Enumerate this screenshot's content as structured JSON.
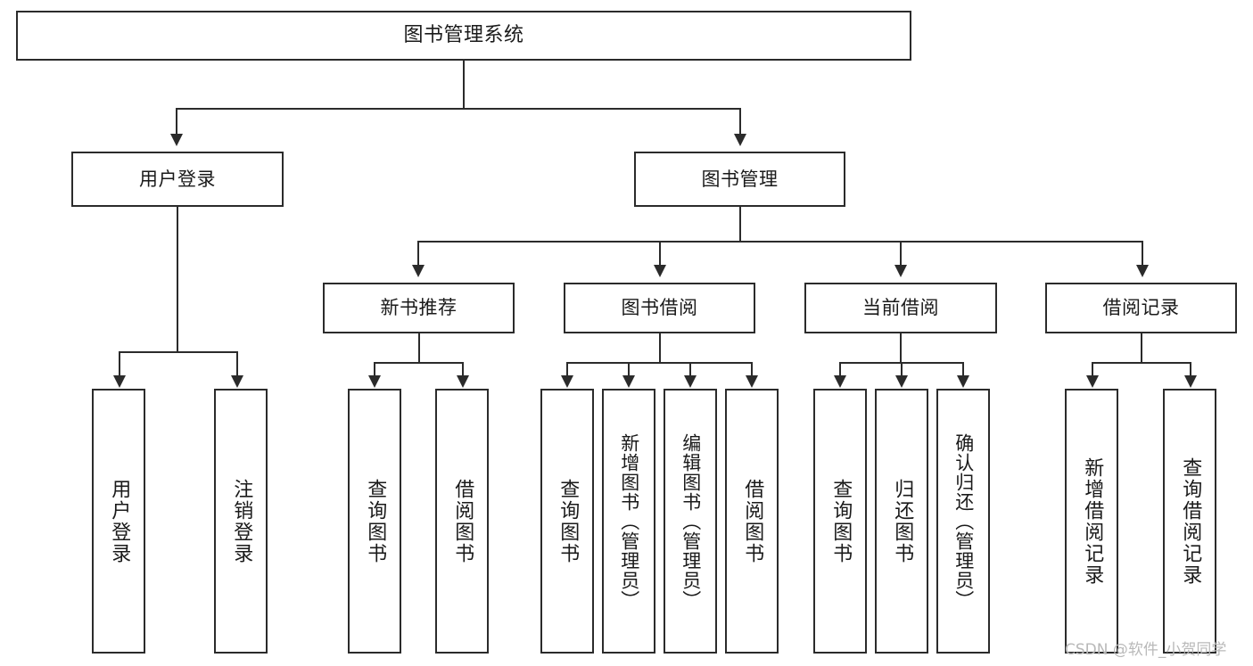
{
  "diagram": {
    "type": "tree-hierarchy-chart",
    "title": "图书管理系统",
    "root": {
      "label": "图书管理系统"
    },
    "level2": [
      {
        "label": "用户登录"
      },
      {
        "label": "图书管理"
      }
    ],
    "level3": [
      {
        "label": "新书推荐"
      },
      {
        "label": "图书借阅"
      },
      {
        "label": "当前借阅"
      },
      {
        "label": "借阅记录"
      }
    ],
    "leaves": [
      {
        "label": "用户登录",
        "parent": "用户登录"
      },
      {
        "label": "注销登录",
        "parent": "用户登录"
      },
      {
        "label": "查询图书",
        "parent": "新书推荐"
      },
      {
        "label": "借阅图书",
        "parent": "新书推荐"
      },
      {
        "label": "查询图书",
        "parent": "图书借阅"
      },
      {
        "label": "新增图书（管理员）",
        "parent": "图书借阅"
      },
      {
        "label": "编辑图书（管理员）",
        "parent": "图书借阅"
      },
      {
        "label": "借阅图书",
        "parent": "图书借阅"
      },
      {
        "label": "查询图书",
        "parent": "当前借阅"
      },
      {
        "label": "归还图书",
        "parent": "当前借阅"
      },
      {
        "label": "确认归还（管理员）",
        "parent": "当前借阅"
      },
      {
        "label": "新增借阅记录",
        "parent": "借阅记录"
      },
      {
        "label": "查询借阅记录",
        "parent": "借阅记录"
      }
    ]
  },
  "watermark": {
    "text": "CSDN @软件_小贺同学"
  },
  "colors": {
    "stroke": "#2b2b2b",
    "background": "#ffffff",
    "text": "#1a1a1a",
    "watermark": "#b9b9b9"
  }
}
